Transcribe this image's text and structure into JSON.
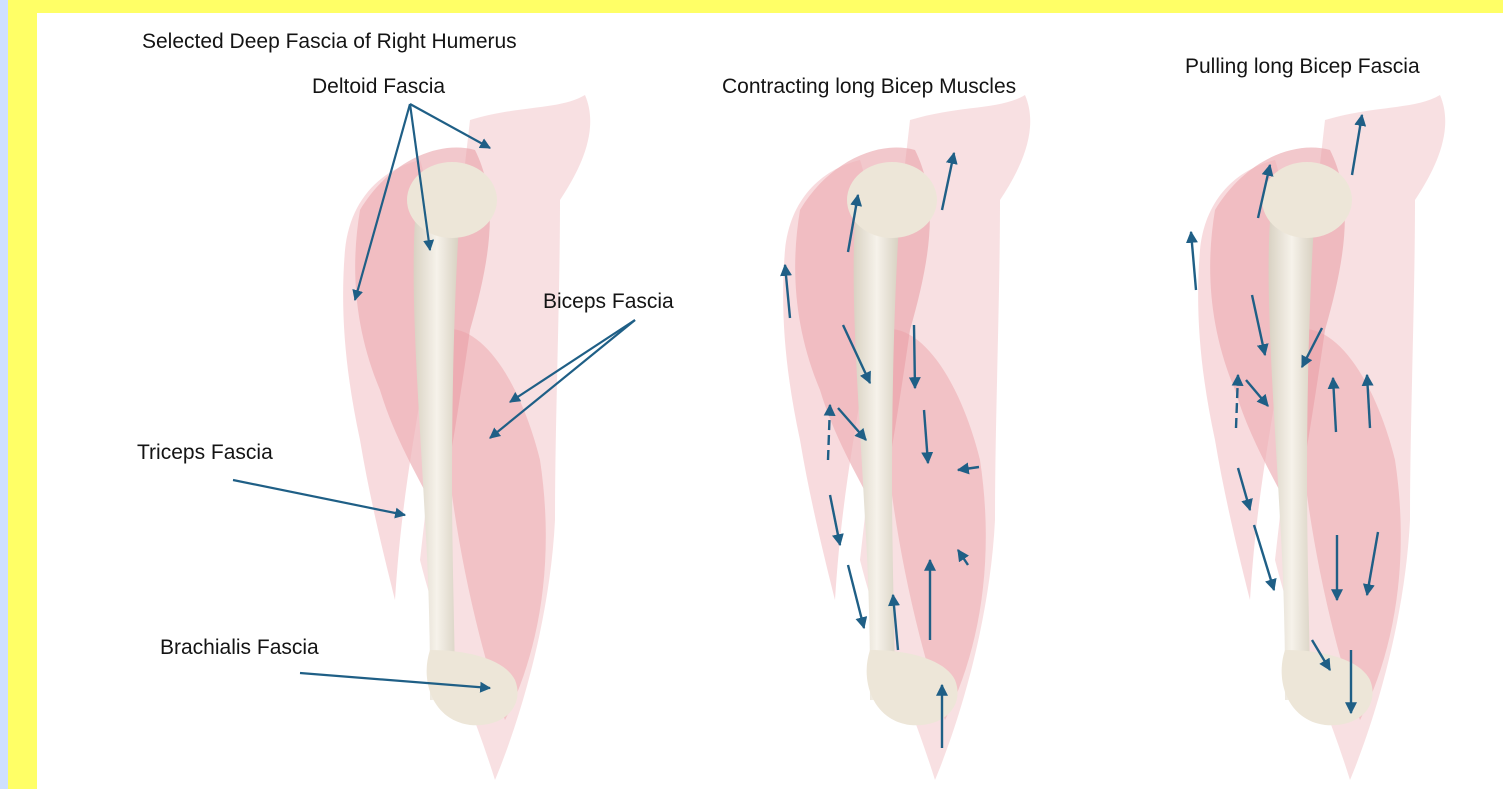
{
  "figure": {
    "title": "Selected Deep Fascia of Right Humerus",
    "panels": [
      {
        "id": "labeled",
        "labels": {
          "deltoid": "Deltoid Fascia",
          "biceps": "Biceps Fascia",
          "triceps": "Triceps Fascia",
          "brachialis": "Brachialis Fascia"
        }
      },
      {
        "id": "contracting",
        "title": "Contracting long Bicep Muscles"
      },
      {
        "id": "pulling",
        "title": "Pulling long Bicep Fascia"
      }
    ]
  },
  "colors": {
    "background_frame": "#ffff66",
    "frame_left_strip": "#cfe0ff",
    "arrow": "#1f5f86",
    "fascia": "#e8a0a6",
    "bone": "#efe9dd"
  }
}
